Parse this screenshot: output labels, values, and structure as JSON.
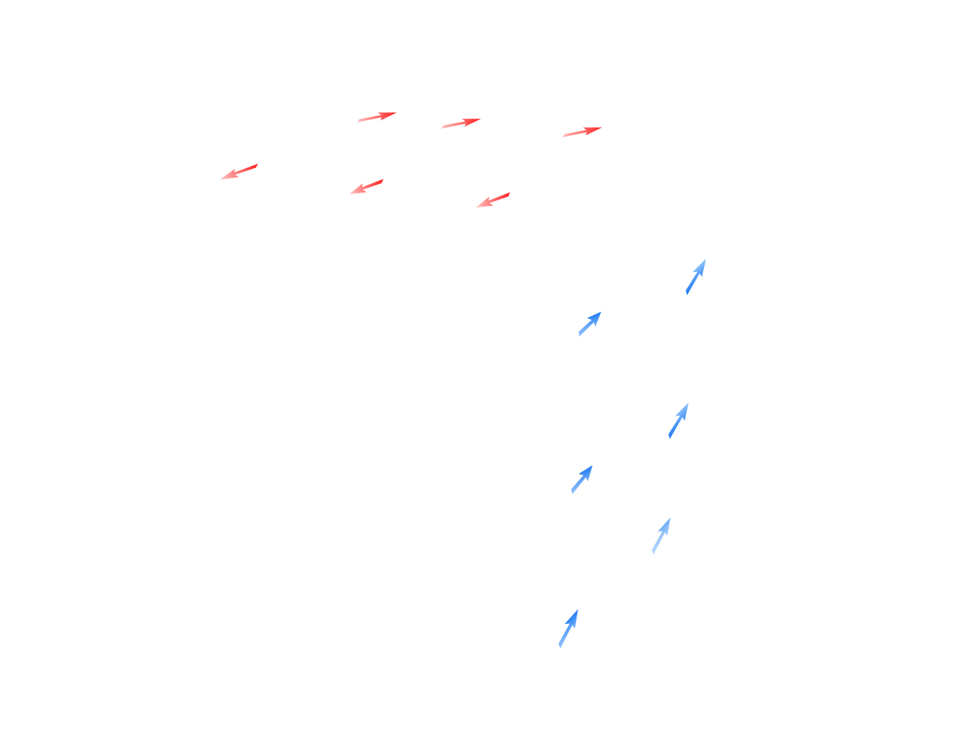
{
  "colors": {
    "background": "#ffffff",
    "red_solid": "#ff1a1a",
    "red_light": "#ffc4c4",
    "blue_solid": "#0a6ff0",
    "blue_light": "#a9d0ff"
  },
  "arrow_groups": [
    {
      "name": "red-arrows",
      "color": "red",
      "count": 6
    },
    {
      "name": "blue-arrows",
      "color": "blue",
      "count": 6
    }
  ]
}
